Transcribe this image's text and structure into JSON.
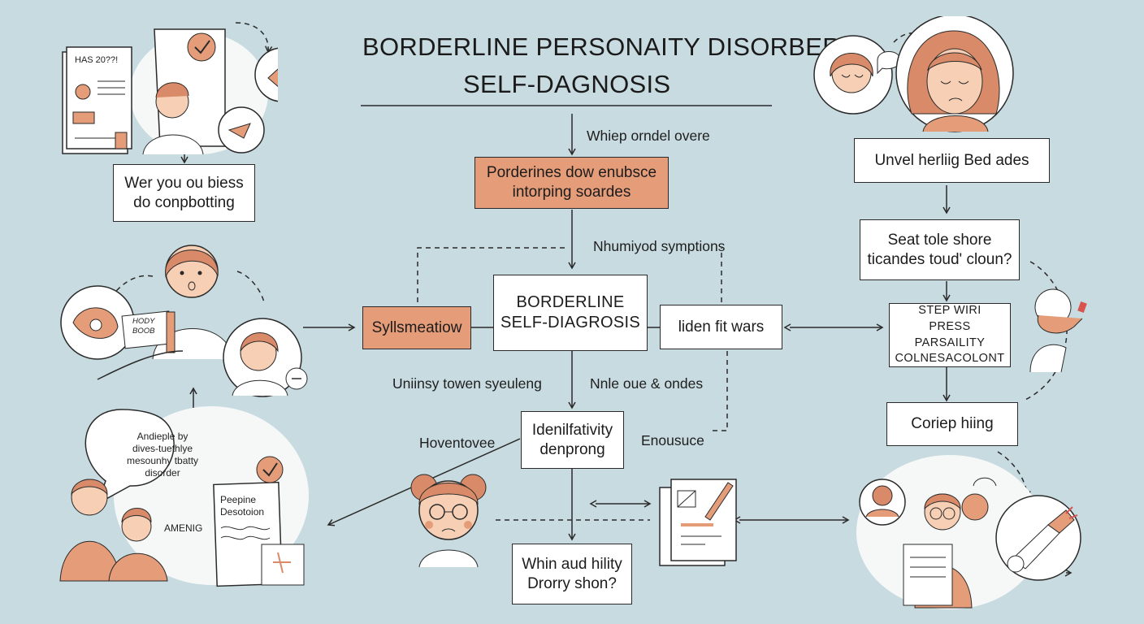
{
  "title": {
    "line1": "BORDERLINE PERSONAITY DISORBER",
    "line2": "SELF-DAGNOSIS"
  },
  "nodes": {
    "top_left_question": "Wer you ou biess\ndo conpbotting",
    "top_center_orange": "Porderines dow enubsce\nintorping soardes",
    "center_left_orange": "Syllsmeatiow",
    "center_main": "BORDERLINE\nSELF-DIAGROSIS",
    "center_right": "liden fit wars",
    "lower_center": "Idenilfativity\ndenprong",
    "bottom_center": "Whin aud hility\nDrorry shon?",
    "right_top": "Unvel herliig Bed ades",
    "right_question": "Seat tole shore\nticandes toud' cloun?",
    "right_step": "STEP WIRI\nPRESS PARSAILITY\nCOLNESACOLONT",
    "right_bottom": "Coriep hiing"
  },
  "labels": {
    "top_center": "Whiep orndel overe",
    "symptoms": "Nhumiyod symptions",
    "unhealthy": "Uniinsy towen syeuleng",
    "nnle": "Nnle oue & ondes",
    "hoventovee": "Hoventovee",
    "enousuce": "Enousuce"
  },
  "illustrations": {
    "document_heading": "HAS 20??!",
    "card_text": "HODY\nBOOB",
    "bubble_text": "Andieple by\ndives-tuethlye\nmesounhy tbatty\ndisorder",
    "sheet_title": "Peepine\nDesotoion",
    "ameng": "AMENIG"
  },
  "colors": {
    "background": "#c8dbe0",
    "accent": "#e59c79",
    "line": "#2a2a2a",
    "skin": "#f6cfb5",
    "hair": "#d98a68"
  }
}
